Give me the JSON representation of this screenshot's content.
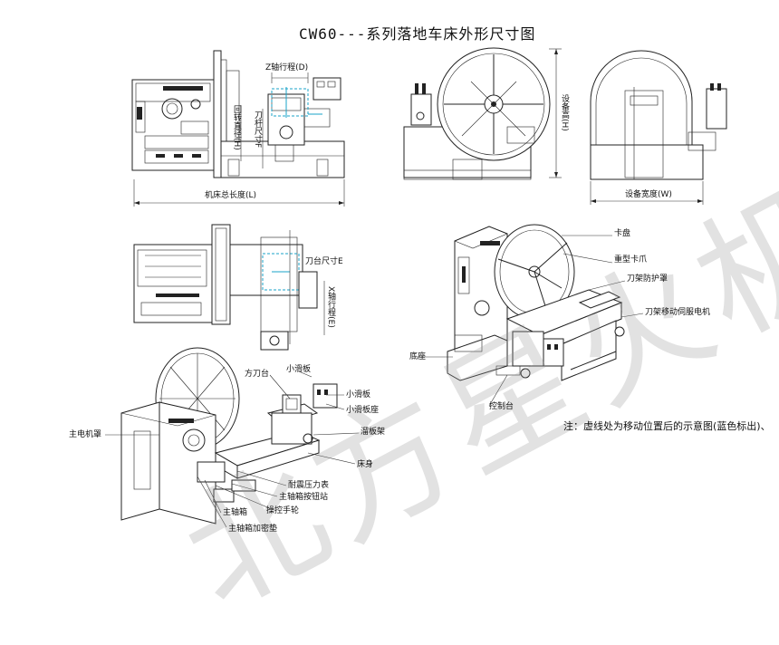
{
  "title": "CW60---系列落地车床外形尺寸图",
  "watermark": "北方星火机床",
  "accent_color": "#19a3c8",
  "dimensions": {
    "z_travel": "Z轴行程(D)",
    "swing_diameter": "回转直径(H)",
    "tool_size": "刀杆尺寸F",
    "total_length": "机床总长度(L)",
    "device_height": "设备高(H)",
    "device_width": "设备宽度(W)",
    "tool_rest_size": "刀台尺寸E",
    "x_travel": "X轴行程(E)"
  },
  "parts": {
    "chuck": "卡盘",
    "heavy_jaw": "重型卡爪",
    "tool_guard": "刀架防护罩",
    "servo_motor": "刀架移动伺服电机",
    "base": "底座",
    "control_panel": "控制台",
    "square_tool_post": "方刀台",
    "small_slide": "小滑板",
    "mid_slide": "小滑板",
    "mid_slide_base": "小滑板座",
    "apron": "溜板架",
    "bed": "床身",
    "main_cabinet": "主电机罩",
    "pressure_gauge": "耐震压力表",
    "spindle_button": "主轴箱按钮站",
    "spindle_box": "主轴箱",
    "handwheel": "操控手轮",
    "spindle_seal": "主轴箱加密垫"
  },
  "note": "注：虚线处为移动位置后的示意图(蓝色标出)、"
}
